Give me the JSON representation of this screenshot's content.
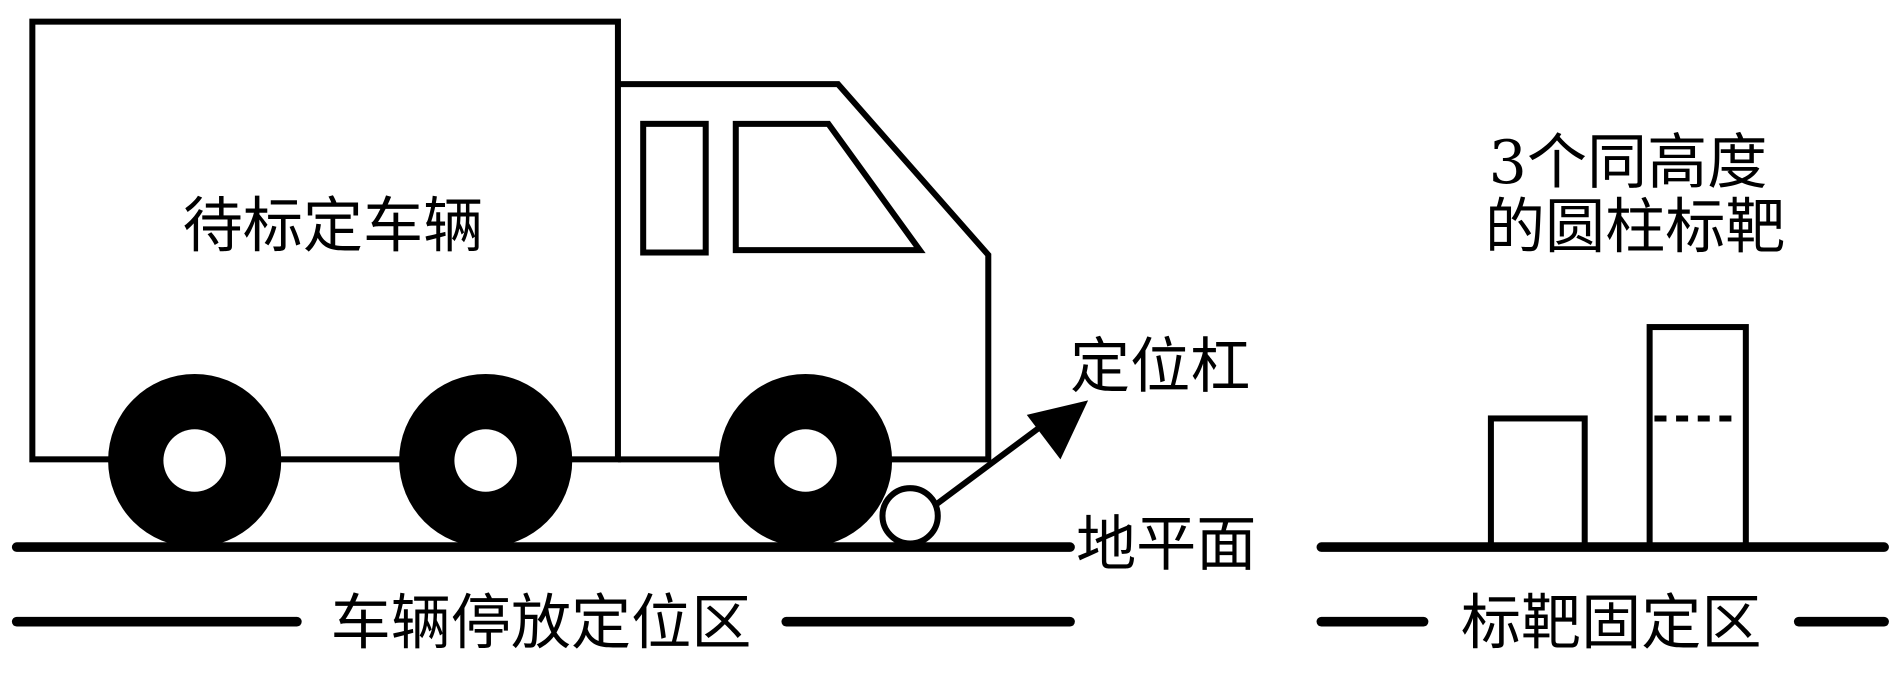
{
  "labels": {
    "vehicle": "待标定车辆",
    "targets_line1": "3个同高度",
    "targets_line2": "的圆柱标靶",
    "positioning_bar": "定位杠",
    "ground": "地平面",
    "parking_zone": "车辆停放定位区",
    "target_zone": "标靶固定区"
  },
  "colors": {
    "stroke": "#000000",
    "background": "#ffffff"
  }
}
